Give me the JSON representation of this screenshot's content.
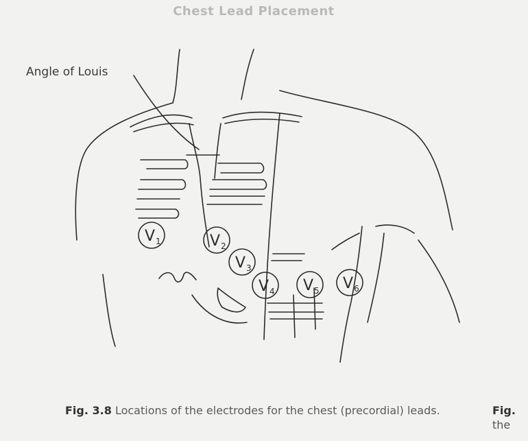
{
  "title": "Chest Lead Placement",
  "annotation": "Angle of Louis",
  "electrodes": [
    {
      "main": "V",
      "sub": "1"
    },
    {
      "main": "V",
      "sub": "2"
    },
    {
      "main": "V",
      "sub": "3"
    },
    {
      "main": "V",
      "sub": "4"
    },
    {
      "main": "V",
      "sub": "5"
    },
    {
      "main": "V",
      "sub": "6"
    }
  ],
  "caption": {
    "fig_label": "Fig. 3.8",
    "text": "Locations of the electrodes for the chest (precordial) leads."
  },
  "caption_right": {
    "fig_label": "Fig.",
    "text": "the"
  }
}
